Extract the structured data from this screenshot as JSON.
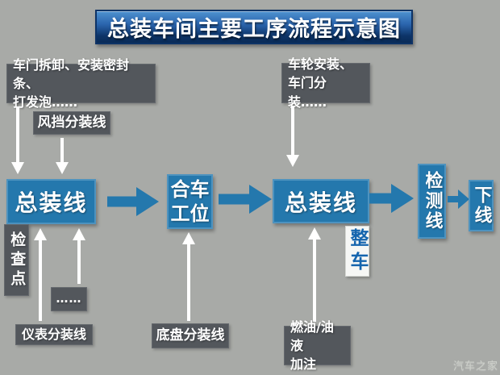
{
  "title": "总装车间主要工序流程示意图",
  "watermark": "汽车之家",
  "colors": {
    "background": "#a8aaa7",
    "process_blue": "#2478ad",
    "label_dark_gray": "#53575c",
    "arrow_white": "#ffffff",
    "complete_vehicle_text_blue": "#1565ae"
  },
  "nodes": {
    "door_prep": "车门拆卸、安装密封条、\n打发泡……",
    "windshield_subline": "风挡分装线",
    "assembly_line_1": "总装线",
    "checkpoint": "检查点",
    "dots": "……",
    "instrument_subline": "仪表分装线",
    "marriage_station": "合车\n工位",
    "chassis_subline": "底盘分装线",
    "wheel_install": "车轮安装、\n车门分装……",
    "assembly_line_2": "总装线",
    "complete_vehicle": "整车",
    "fuel_filling": "燃油/油液\n加注",
    "inspection_line": "检测线",
    "offline": "下线"
  }
}
